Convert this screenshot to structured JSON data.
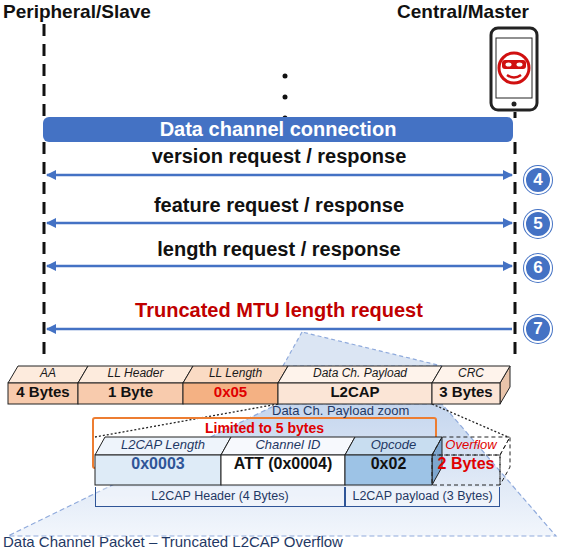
{
  "diagram": {
    "caption": "Data Channel Packet – Truncated L2CAP Overflow",
    "nodes": [
      {
        "text": [
          "Data channel connection"
        ]
      },
      {
        "text": [
          "4"
        ]
      },
      {
        "text": [
          "5"
        ]
      },
      {
        "text": [
          "6"
        ]
      },
      {
        "text": [
          "7"
        ]
      },
      {
        "text": [
          "AA",
          "4 Bytes"
        ]
      },
      {
        "text": [
          "LL Header",
          "1 Byte"
        ]
      },
      {
        "text": [
          "LL Length",
          "0x05"
        ]
      },
      {
        "text": [
          "Data Ch. Payload",
          "L2CAP"
        ]
      },
      {
        "text": [
          "CRC",
          "3 Bytes"
        ]
      },
      {
        "text": [
          "Limited to 5 bytes"
        ]
      },
      {
        "text": [
          "L2CAP Length",
          "0x0003"
        ]
      },
      {
        "text": [
          "Channel ID",
          "ATT (0x0004)"
        ]
      },
      {
        "text": [
          "Opcode",
          "0x02"
        ]
      },
      {
        "text": [
          "Overflow",
          "2 Bytes"
        ]
      },
      {
        "text": [
          "L2CAP Header (4 Bytes)"
        ]
      },
      {
        "text": [
          "L2CAP payload (3 Bytes)"
        ]
      }
    ],
    "labels": [
      "Peripheral/Slave",
      "Central/Master",
      "version request / response",
      "feature request / response",
      "length request / response",
      "Truncated MTU length request",
      "Data Ch. Payload zoom"
    ]
  }
}
